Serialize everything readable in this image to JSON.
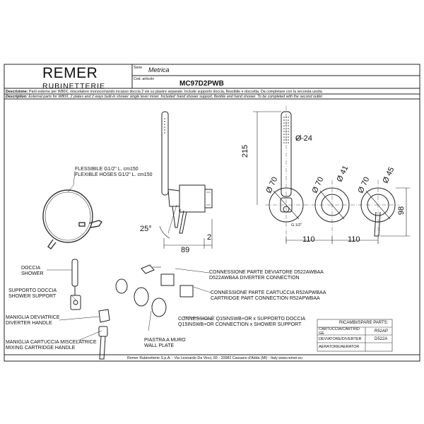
{
  "header": {
    "brand": "REMER",
    "brand_sub": "RUBINETTERIE",
    "serie_label": "Serie",
    "serie_value": "Metrica",
    "cod_label": "Cod. articolo",
    "code": "MC97D2PWB"
  },
  "description": {
    "it_label": "Descrizione:",
    "it_text": "Parti esterne per W80X, miscelatore monocomando incasso doccia 2 vie su piastre separate. Include supporto doccia, flessibile e doccetta. Da completare con la seconda uscita",
    "en_label": "Description:",
    "en_text": "External parts for W80X, 2 plates and 2 ways built-in shower single lever mixer. Included: hand shower support, flexible and hand shower. To be completed with the second outlet"
  },
  "dimensions": {
    "d215": "215",
    "d24": "Ø 24",
    "d70a": "Ø 70",
    "d41": "Ø 41",
    "d70b": "Ø 70",
    "d70c": "Ø 70",
    "d45": "Ø 45",
    "d98": "98",
    "d110a": "110",
    "d110b": "110",
    "d89": "89",
    "d2": "2",
    "ang": "25°",
    "g12": "G 1/2\""
  },
  "labels": {
    "flex_it": "FLESSIBILE G1/2\" L. cm150",
    "flex_en": "FLEXIBLE HOSES  G1/2\" L. cm150",
    "doccia_it": "DOCCIA",
    "doccia_en": "SHOWER",
    "supp_it": "SUPPORTO DOCCIA",
    "supp_en": "SHOWER SUPPORT",
    "dev_it": "MANIGLIA DEVIATRICE",
    "dev_en": "DIVERTER HANDLE",
    "mix_it": "MANIGLIA CARTUCCIA MISCELATRICE",
    "mix_en": "MIXING CARTRIDGE HANDLE",
    "plate_it": "PIASTRA A MURO",
    "plate_en": "WALL PLATE",
    "conn_dev_it": "CONNESSIONE PARTE DEVIATORE  D522AWBAA",
    "conn_dev_en": "D522AWBAA DIVERTER CONNECTION",
    "conn_cart_it": "CONNESSIONE PARTE CARTUCCIA R52APWBAA",
    "conn_cart_en": "CARTRIDGE PART CONNECTION R52APWBAA",
    "conn_q_it": "CONNESSIONE Q15INSWB+OR x SUPPORTO DOCCIA",
    "conn_q_en": "Q15INSWB+OR CONNECTION x SHOWER SUPPORT"
  },
  "spare_parts": {
    "title": "RICAMBI/SPARE PARTS:",
    "rows": [
      {
        "name": "CARTUCCIA/CARTRID GE",
        "code": "R52AP"
      },
      {
        "name": "DEVIATORE/DIVERTER",
        "code": "D522A"
      },
      {
        "name": "AERATORE/AERATOR",
        "code": ""
      }
    ]
  },
  "footer": {
    "text": "Remer Rubinetterie S.p.A. - Via Leonardo Da Vinci, 83 - 20082 Cassano d'Adda (MI) - Italy www.remer.eu"
  }
}
